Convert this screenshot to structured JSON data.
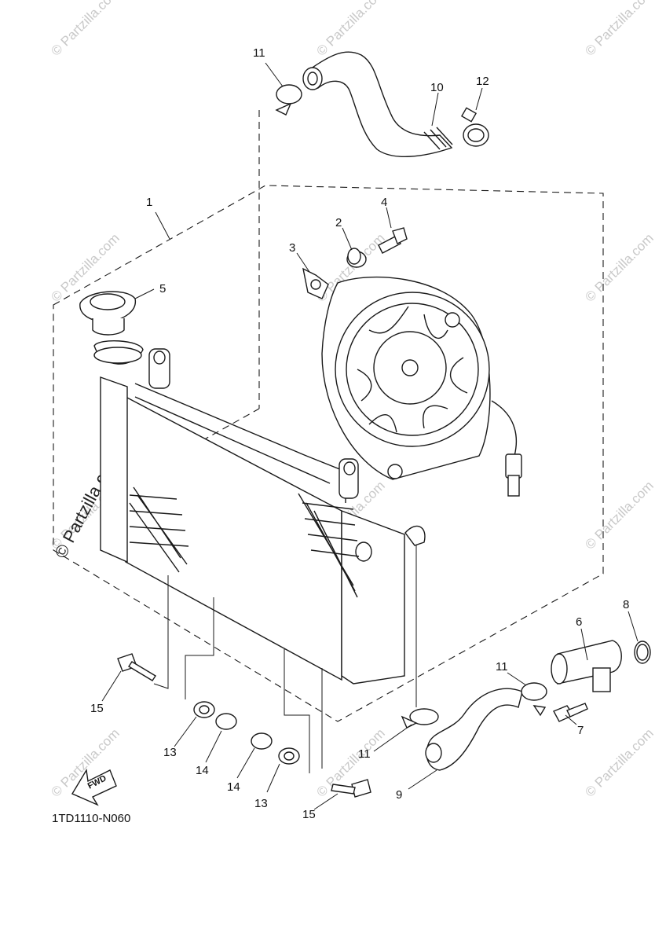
{
  "diagram": {
    "code": "1TD1110-N060",
    "fwd_label": "FWD",
    "watermark": "© Partzilla.com",
    "callouts": [
      "11",
      "10",
      "12",
      "1",
      "4",
      "2",
      "3",
      "5",
      "6",
      "8",
      "11",
      "7",
      "15",
      "13",
      "14",
      "14",
      "13",
      "11",
      "9",
      "15"
    ]
  }
}
